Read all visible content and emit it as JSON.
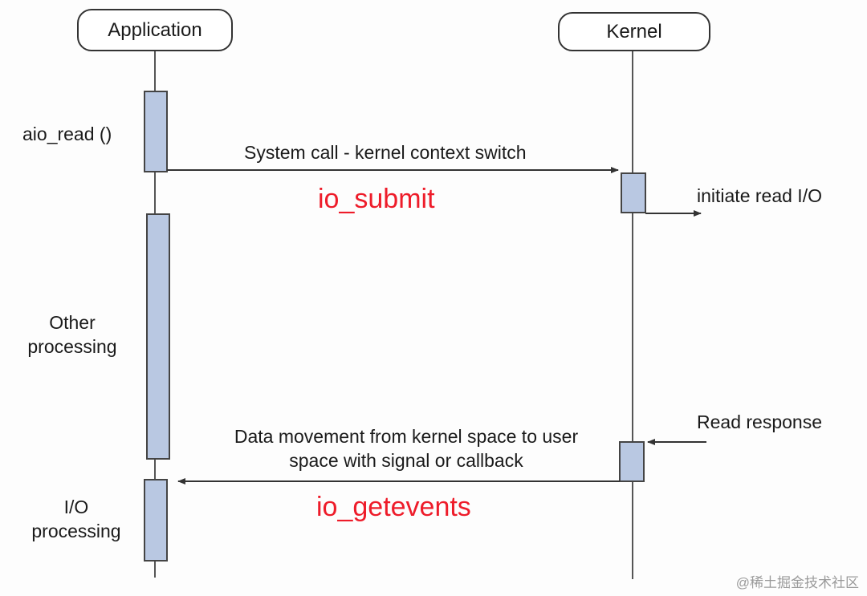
{
  "lifelines": {
    "application": {
      "label": "Application"
    },
    "kernel": {
      "label": "Kernel"
    }
  },
  "app_side_labels": {
    "aio_read": "aio_read ()",
    "other_processing": [
      "Other",
      "processing"
    ],
    "io_processing": [
      "I/O",
      "processing"
    ]
  },
  "messages": {
    "system_call": "System call - kernel context switch",
    "io_submit": "io_submit",
    "initiate_read": "initiate read I/O",
    "read_response": "Read response",
    "data_movement": [
      "Data movement from kernel space to user",
      "space with signal or callback"
    ],
    "io_getevents": "io_getevents"
  },
  "colors": {
    "activation_fill": "#b9c8e2",
    "activation_stroke": "#444444",
    "line": "#555555",
    "highlight": "#ee1c2a"
  },
  "watermark": "@稀土掘金技术社区"
}
